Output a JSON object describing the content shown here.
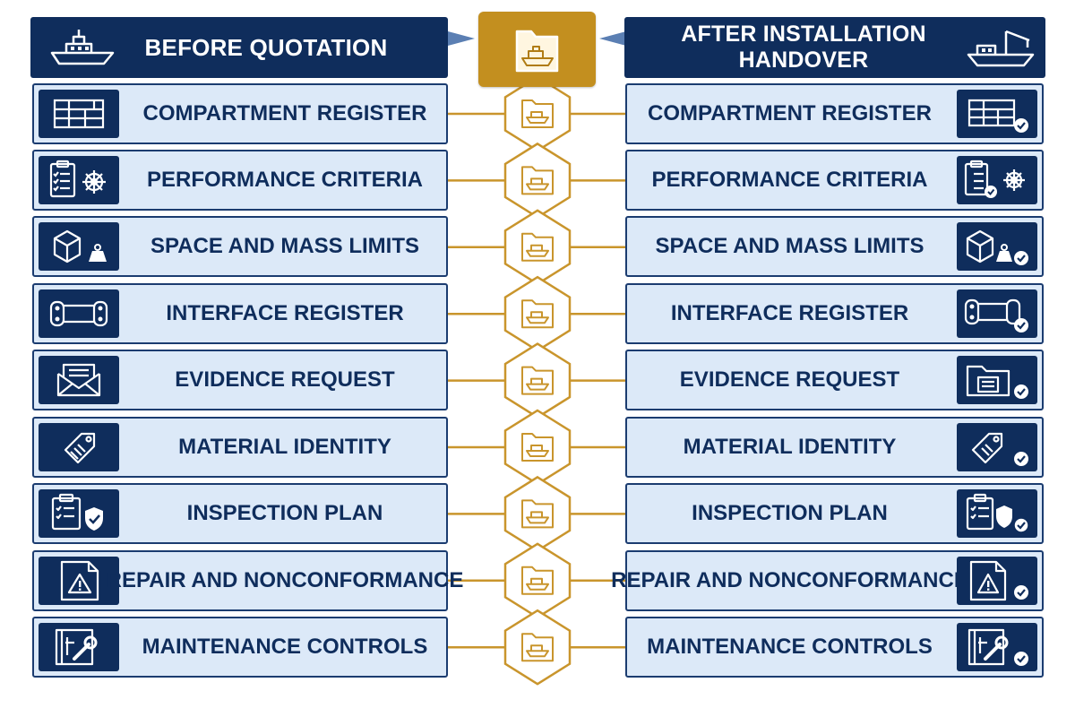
{
  "left_header": {
    "title": "BEFORE QUOTATION",
    "icon": "ship-icon"
  },
  "right_header": {
    "title": "AFTER INSTALLATION HANDOVER",
    "icon": "crane-ship-icon"
  },
  "center": {
    "icon": "ship-folder-icon"
  },
  "rows": [
    {
      "label": "COMPARTMENT REGISTER",
      "icon": "compartment-grid-icon"
    },
    {
      "label": "PERFORMANCE CRITERIA",
      "icon": "checklist-helm-icon"
    },
    {
      "label": "SPACE AND MASS LIMITS",
      "icon": "box-weight-icon"
    },
    {
      "label": "INTERFACE REGISTER",
      "icon": "connector-icon"
    },
    {
      "label": "EVIDENCE REQUEST",
      "icon": "envelope-icon"
    },
    {
      "label": "MATERIAL IDENTITY",
      "icon": "tag-icon"
    },
    {
      "label": "INSPECTION PLAN",
      "icon": "clipboard-shield-icon"
    },
    {
      "label": "REPAIR AND NONCONFORMANCE",
      "icon": "warning-document-icon"
    },
    {
      "label": "MAINTENANCE CONTROLS",
      "icon": "manual-wrench-icon"
    }
  ],
  "colors": {
    "navy": "#0f2d5c",
    "row_fill": "#dce9f8",
    "gold": "#c38f1f",
    "connector": "#c9952c"
  }
}
